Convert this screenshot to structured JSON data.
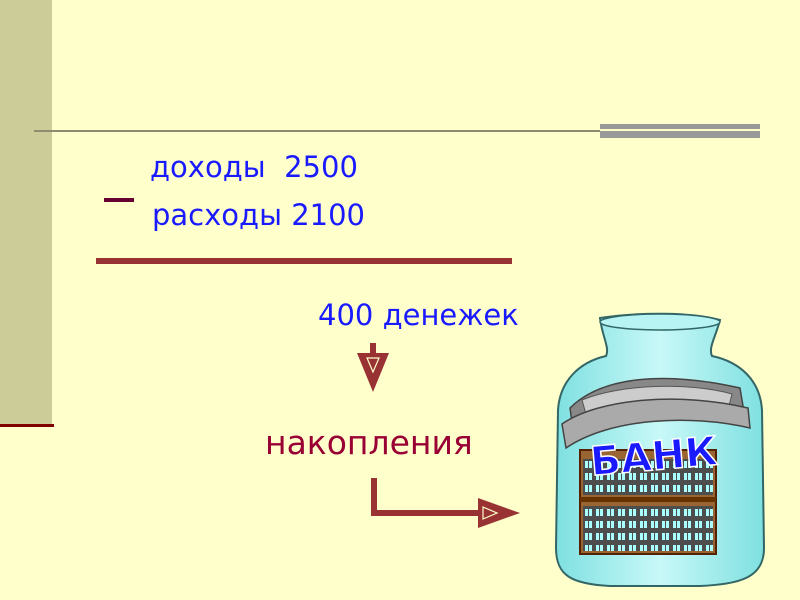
{
  "calc": {
    "income_label": "доходы",
    "income_value": "2500",
    "expenses_label": "расходы",
    "expenses_value": "2100",
    "result_text": "400 денежек"
  },
  "savings_label": "накопления",
  "bank": {
    "label": "БАНК"
  },
  "colors": {
    "background": "#ffffcc",
    "side_band": "#cccc99",
    "text_blue": "#1a1aff",
    "dark_red": "#993333",
    "savings_red": "#990033",
    "jar_blue": "#a6f0f0"
  }
}
